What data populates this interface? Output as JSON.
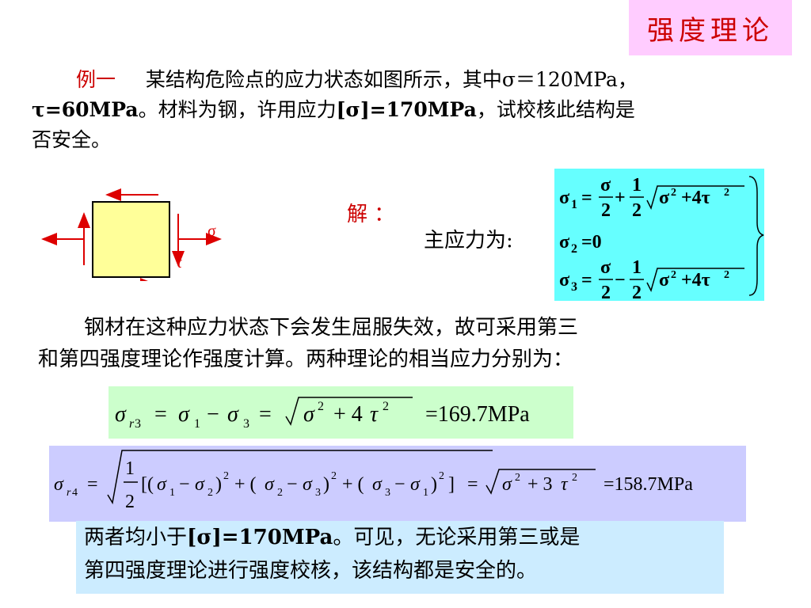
{
  "header": {
    "title": "强度理论"
  },
  "problem": {
    "label": "例一",
    "line1": "某结构危险点的应力状态如图所示，其中σ＝120MPa，",
    "line2a": "τ=60MPa",
    "line2b": "。材料为钢，许用应力",
    "line2c": "[σ]=170MPa",
    "line2d": "，试校核此结构是",
    "line3": "否安全。"
  },
  "diagram": {
    "sigma": "σ",
    "tau": "τ"
  },
  "solution": {
    "label": "解 ：",
    "principal_label": "主应力为:",
    "s1_lhs": "σ",
    "s1_sub": "1",
    "s2": "σ",
    "s2_sub": "2",
    "s2_rhs": "=0",
    "s3_sub": "3"
  },
  "explanation": {
    "line1": "钢材在这种应力状态下会发生屈服失效，故可采用第三",
    "line2": "和第四强度理论作强度计算。两种理论的相当应力分别为："
  },
  "formula_r3": {
    "result": "=169.7MPa"
  },
  "formula_r4": {
    "result": "=158.7MPa"
  },
  "conclusion": {
    "line1a": "两者均小于",
    "line1b": "[σ]=170MPa",
    "line1c": "。可见，无论采用第三或是",
    "line2": "第四强度理论进行强度校核，该结构都是安全的。"
  }
}
